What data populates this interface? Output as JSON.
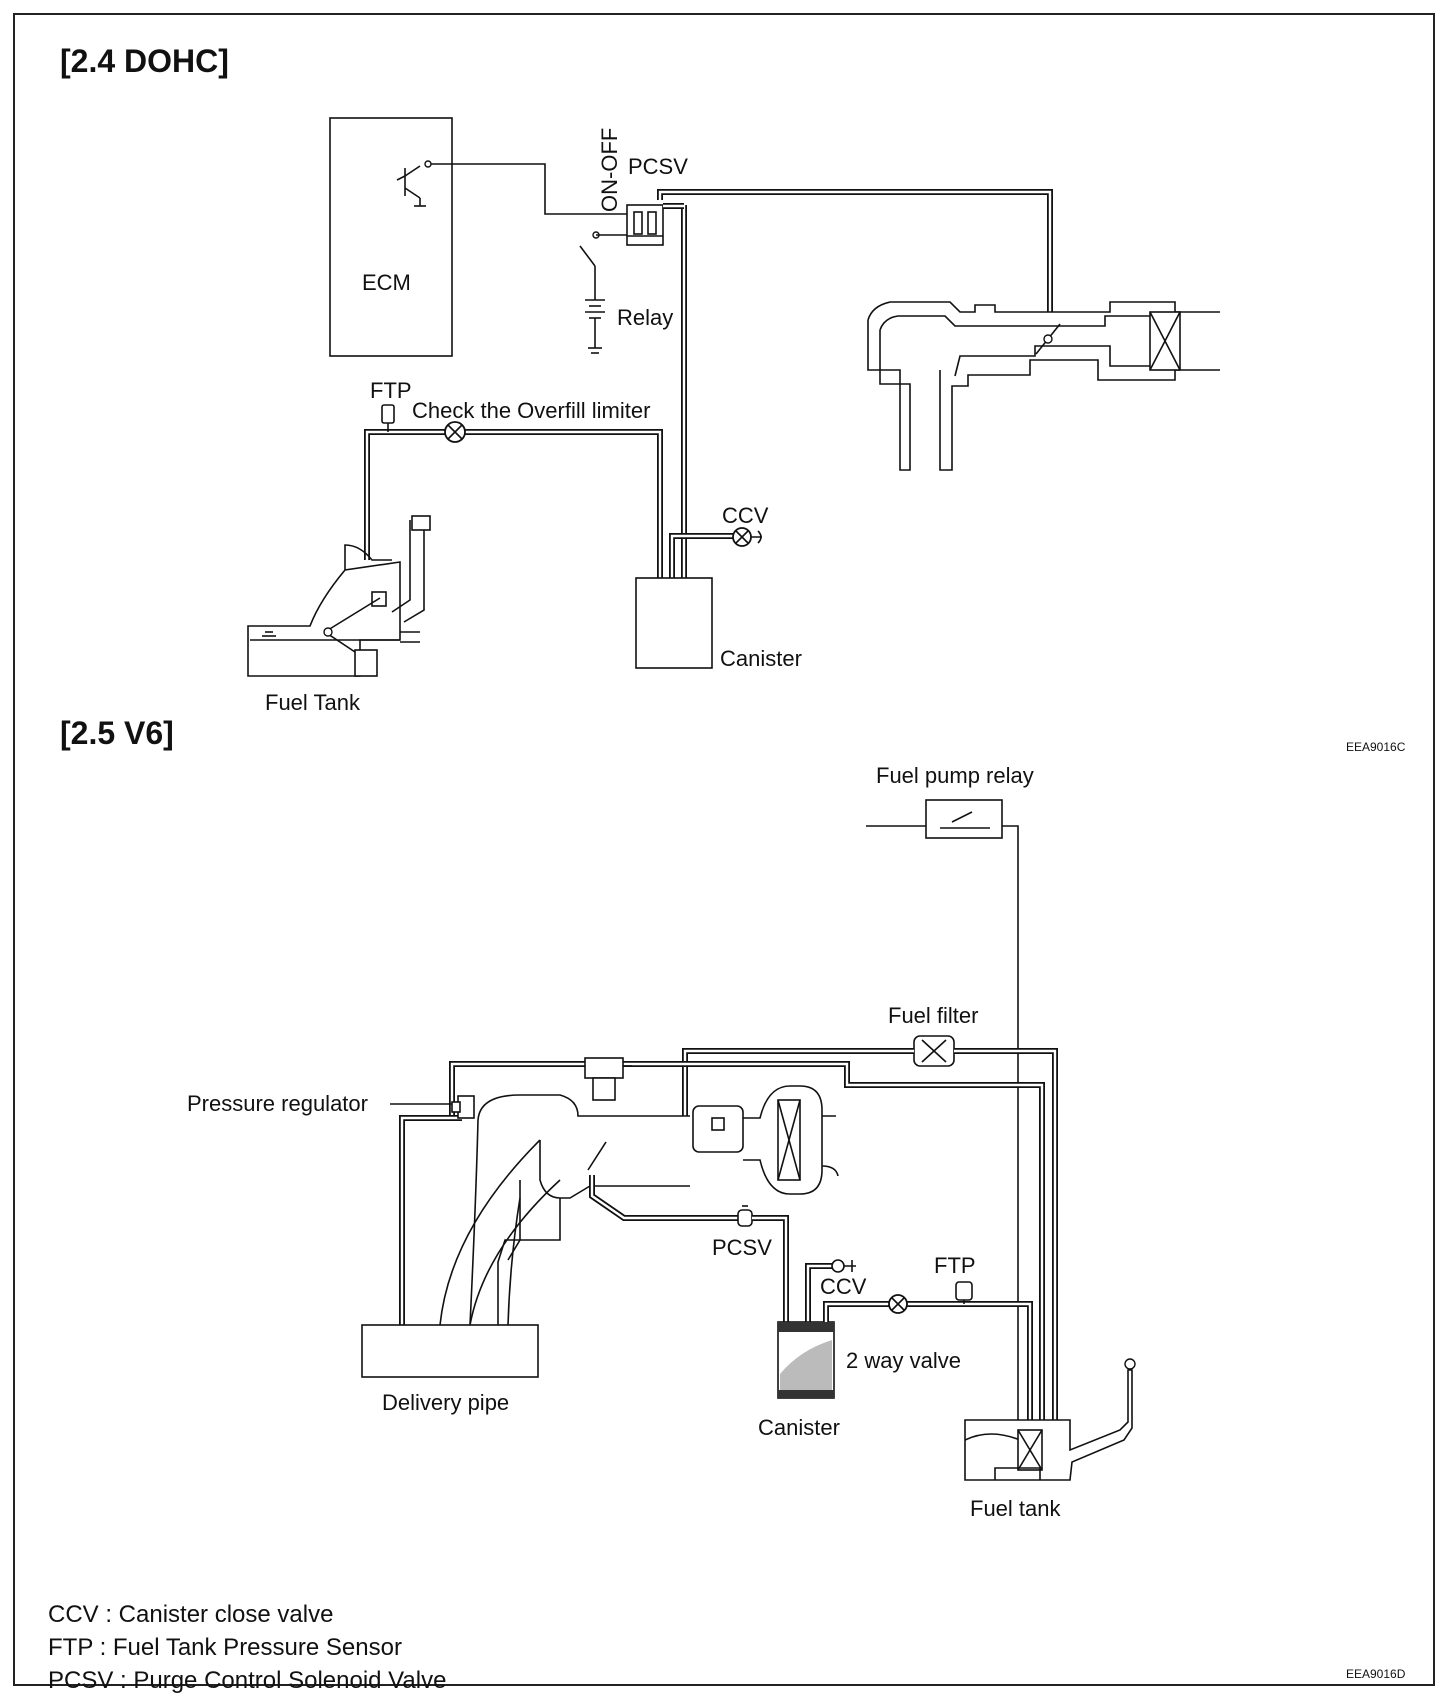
{
  "sections": {
    "dohc": {
      "title": "[2.4 DOHC]",
      "labels": {
        "ecm": "ECM",
        "on_off": "ON-OFF",
        "pcsv": "PCSV",
        "relay": "Relay",
        "ftp": "FTP",
        "overfill": "Check the Overfill limiter",
        "ccv": "CCV",
        "canister": "Canister",
        "fuel_tank": "Fuel Tank"
      },
      "code": "EEA9016C"
    },
    "v6": {
      "title": "[2.5 V6]",
      "labels": {
        "fuel_pump_relay": "Fuel pump relay",
        "fuel_filter": "Fuel filter",
        "pressure_regulator": "Pressure regulator",
        "pcsv": "PCSV",
        "ccv": "CCV",
        "ftp": "FTP",
        "two_way_valve": "2 way valve",
        "delivery_pipe": "Delivery pipe",
        "canister": "Canister",
        "fuel_tank": "Fuel tank"
      },
      "code": "EEA9016D"
    }
  },
  "legend": [
    "CCV : Canister close valve",
    "FTP : Fuel Tank Pressure Sensor",
    "PCSV : Purge Control Solenoid Valve"
  ]
}
